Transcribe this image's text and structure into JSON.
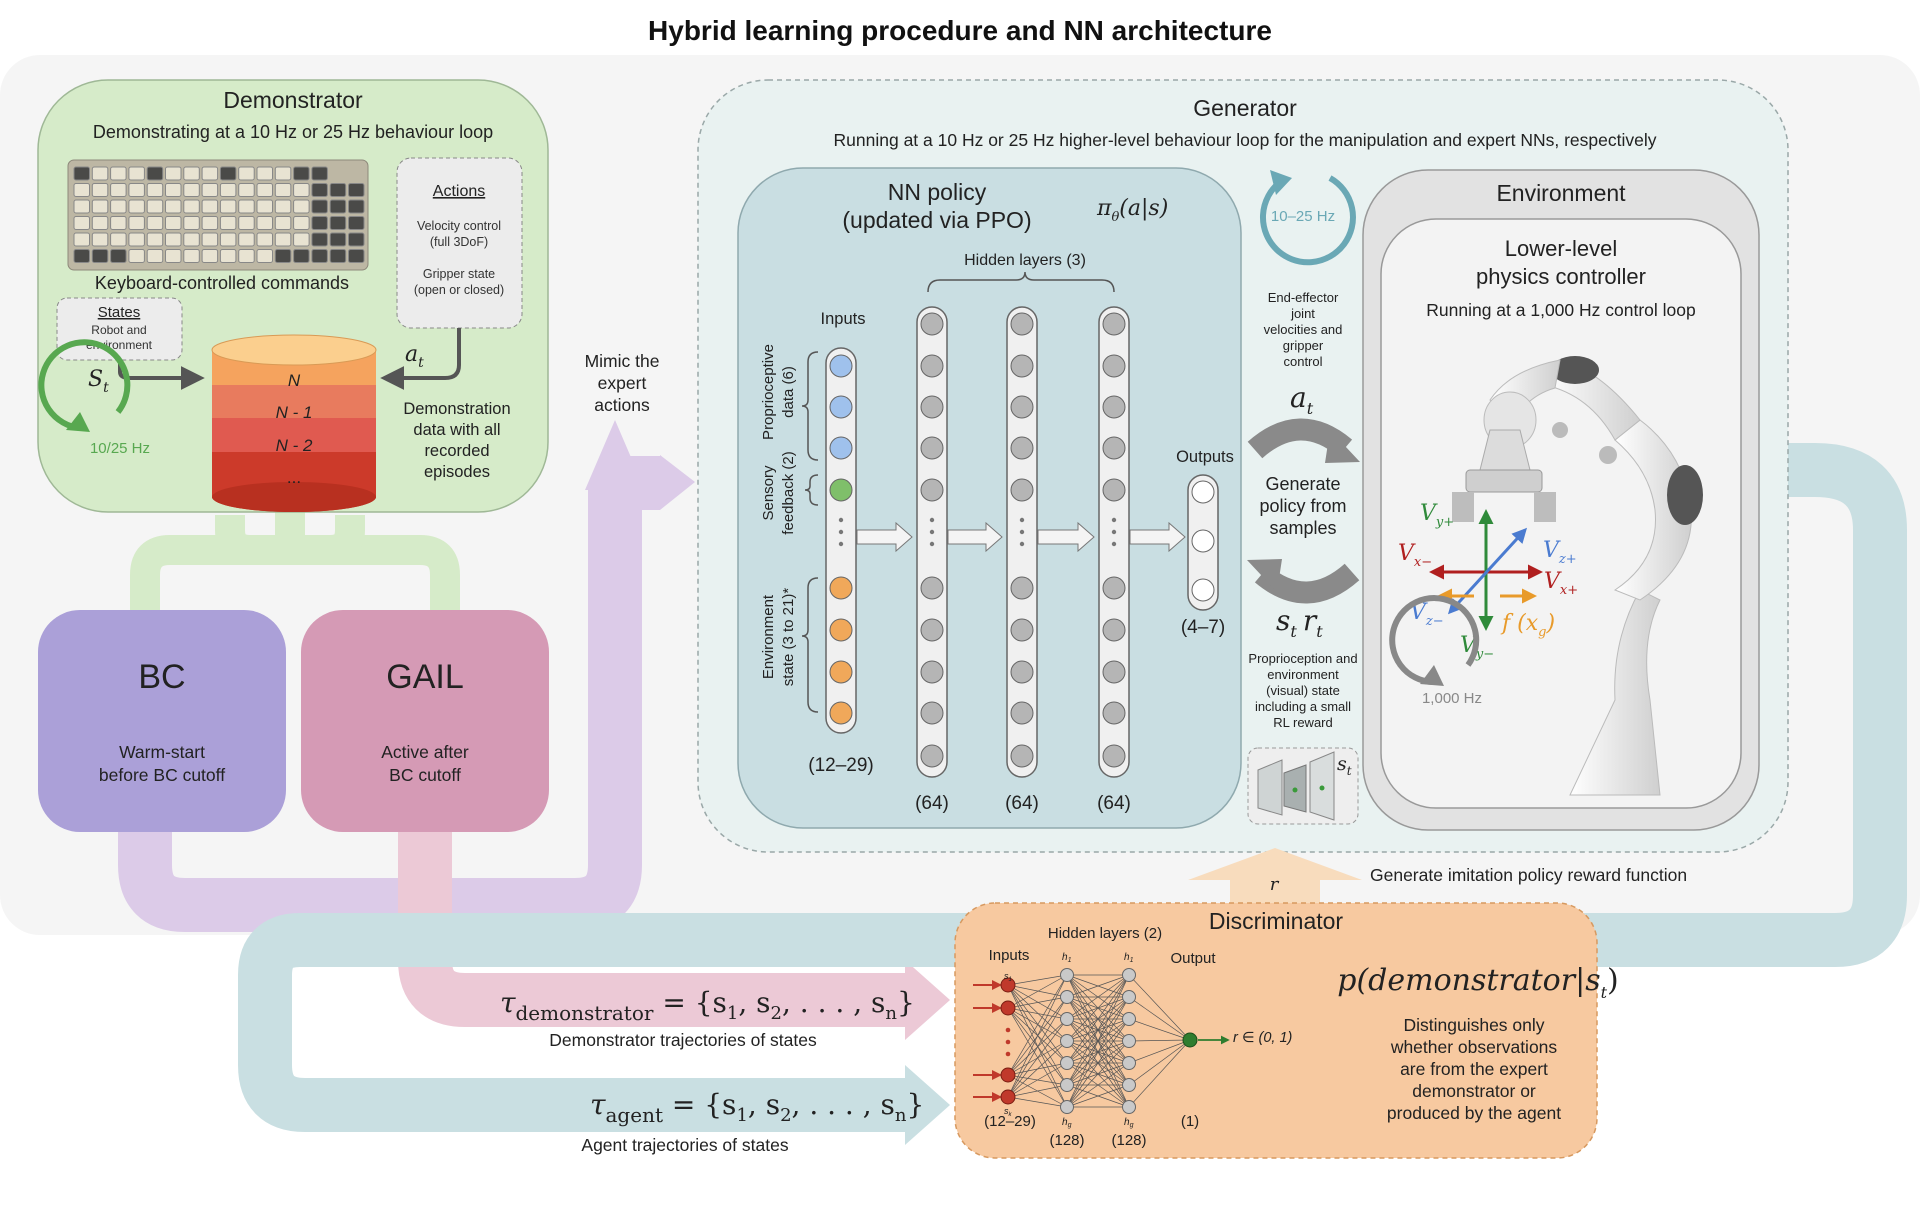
{
  "title": "Hybrid learning procedure and NN architecture",
  "demonstrator": {
    "title": "Demonstrator",
    "subtitle": "Demonstrating at a 10 Hz or 25 Hz behaviour loop",
    "keyboard_label": "Keyboard-controlled commands",
    "actions_title": "Actions",
    "actions_line1": "Velocity control",
    "actions_line2": "(full 3DoF)",
    "actions_line3": "Gripper state",
    "actions_line4": "(open or closed)",
    "states_title": "States",
    "states_line1": "Robot and",
    "states_line2": "environment",
    "st": "S",
    "st_sub": "t",
    "at": "a",
    "at_sub": "t",
    "freq": "10/25 Hz",
    "stack": [
      "N",
      "N - 1",
      "N - 2",
      "..."
    ],
    "demo_data": [
      "Demonstration",
      "data with all",
      "recorded",
      "episodes"
    ]
  },
  "mimic": [
    "Mimic the",
    "expert",
    "actions"
  ],
  "bc": {
    "title": "BC",
    "line1": "Warm-start",
    "line2": "before BC cutoff"
  },
  "gail": {
    "title": "GAIL",
    "line1": "Active after",
    "line2": "BC cutoff"
  },
  "generator": {
    "title": "Generator",
    "subtitle": "Running at a 10 Hz or 25 Hz higher-level behaviour loop for the manipulation and expert NNs, respectively"
  },
  "nn_policy": {
    "title1": "NN policy",
    "title2": "(updated via PPO)",
    "pi": "π",
    "pi_sub": "θ",
    "pi_rest": "(a|s)",
    "hidden_label": "Hidden layers (3)",
    "inputs_label": "Inputs",
    "outputs_label": "Outputs",
    "proprio_1": "Proprioceptive",
    "proprio_2": "data (6)",
    "sensory_1": "Sensory",
    "sensory_2": "feedback (2)",
    "env_1": "Environment",
    "env_2": "state (3 to 21)*",
    "input_size": "(12–29)",
    "hidden_sizes": [
      "(64)",
      "(64)",
      "(64)"
    ],
    "output_size": "(4–7)"
  },
  "middle": {
    "freq": "10–25 Hz",
    "ee_text": [
      "End-effector",
      "joint",
      "velocities and",
      "gripper",
      "control"
    ],
    "at": "a",
    "at_sub": "t",
    "generate": [
      "Generate",
      "policy from",
      "samples"
    ],
    "st_rt": "s",
    "st_sub": "t",
    "rt": "r",
    "rt_sub": "t",
    "proprio_text": [
      "Proprioception and",
      "environment",
      "(visual) state",
      "including a small",
      "RL reward"
    ],
    "thumb_st": "s",
    "thumb_sub": "t"
  },
  "environment": {
    "title": "Environment",
    "controller1": "Lower-level",
    "controller2": "physics controller",
    "subtitle": "Running at a 1,000 Hz control loop",
    "freq": "1,000 Hz",
    "vy_plus": "V",
    "vy_plus_sub": "y+",
    "vz_plus": "V",
    "vz_plus_sub": "z+",
    "vx_minus": "V",
    "vx_minus_sub": "x−",
    "vx_plus": "V",
    "vx_plus_sub": "x+",
    "vz_minus": "V",
    "vz_minus_sub": "z−",
    "vy_minus": "V",
    "vy_minus_sub": "y−",
    "fxg": "f (x",
    "fxg_sub": "g",
    "fxg_end": ")"
  },
  "reward": {
    "r": "r",
    "text": "Generate imitation policy reward function"
  },
  "discriminator": {
    "title": "Discriminator",
    "hidden_label": "Hidden layers (2)",
    "inputs_label": "Inputs",
    "output_label": "Output",
    "prob": "p(demonstrator|s",
    "prob_sub": "t",
    "prob_end": ")",
    "desc": [
      "Distinguishes only",
      "whether observations",
      "are from the expert",
      "demonstrator or",
      "produced by the agent"
    ],
    "r_range": "r ∈ (0, 1)",
    "h1": "h",
    "h1_sub": "1",
    "h1b": "h",
    "h1b_sub": "1",
    "s1": "s",
    "s1_sub": "1",
    "sk": "s",
    "sk_sub": "k",
    "hg": "h",
    "hg_sub": "g",
    "hgb": "h",
    "hgb_sub": "g",
    "size_in": "(12–29)",
    "size_h1": "(128)",
    "size_h2": "(128)",
    "size_out": "(1)"
  },
  "tau_demo": {
    "tau": "τ",
    "sub": "demonstrator",
    "rest": " = {s",
    "s1": "1",
    "mid": ", s",
    "s2": "2",
    "dots": ", . . . , s",
    "sn": "n",
    "end": "}",
    "caption": "Demonstrator trajectories of states"
  },
  "tau_agent": {
    "tau": "τ",
    "sub": "agent",
    "rest": " = {s",
    "s1": "1",
    "mid": ", s",
    "s2": "2",
    "dots": ", . . . , s",
    "sn": "n",
    "end": "}",
    "caption": "Agent trajectories of states"
  },
  "colors": {
    "green_bg": "#d6ebc9",
    "purple_band": "#dccbe8",
    "pink_band": "#ecc9d6",
    "teal_band": "#c9dfe2",
    "bc_box": "#aba0d8",
    "gail_box": "#d59ab5",
    "gen_bg": "#e9f2f1",
    "policy_bg": "#c9dee2",
    "env_bg": "#e2e2e2",
    "disc_bg": "#f7c9a0",
    "blue_node": "#9fc1ec",
    "green_node": "#7fbf6a",
    "orange_node": "#f0a85a",
    "grey_node": "#b5b5b5"
  }
}
